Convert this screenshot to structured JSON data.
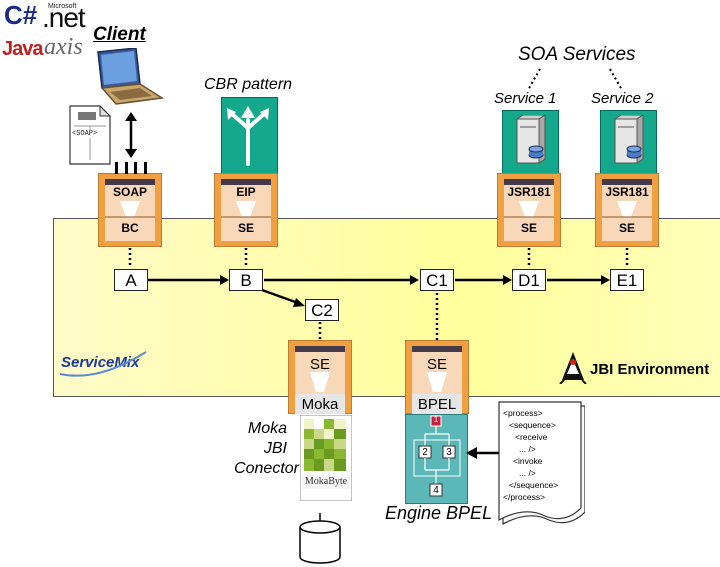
{
  "logos": {
    "csharp": "C#",
    "dotnet_ms": "Microsoft",
    "dotnet": ".net",
    "java": "Java",
    "axis": "axis"
  },
  "labels": {
    "client": "Client",
    "cbr_pattern": "CBR pattern",
    "soa_services": "SOA Services",
    "service1": "Service 1",
    "service2": "Service 2",
    "jbi_environment": "JBI Environment",
    "servicemix": "ServiceMix",
    "moka_connector": [
      "Moka",
      "JBI",
      "Conector"
    ],
    "engine_bpel": "Engine BPEL",
    "soap_doc": "<SOAP>",
    "mokabyte": "MokaByte"
  },
  "components": {
    "bc": {
      "top": "SOAP",
      "bottom": "BC"
    },
    "eip": {
      "top": "EIP",
      "bottom": "SE"
    },
    "jsr1": {
      "top": "JSR181",
      "bottom": "SE"
    },
    "jsr2": {
      "top": "JSR181",
      "bottom": "SE"
    },
    "moka": {
      "top": "SE",
      "bottom": "Moka"
    },
    "bpel": {
      "top": "SE",
      "bottom": "BPEL"
    }
  },
  "nodes": {
    "a": "A",
    "b": "B",
    "c1": "C1",
    "c2": "C2",
    "d1": "D1",
    "e1": "E1"
  },
  "flow_steps": [
    "1",
    "2",
    "3",
    "4"
  ],
  "process_xml": [
    "<process>",
    "<sequence>",
    "<receive",
    "... />",
    "<invoke",
    "... />",
    "</sequence>",
    "</process>"
  ],
  "colors": {
    "jbi_fill": "#ffffb0",
    "component_orange": "#f0a040",
    "component_inner": "#f8d8b8",
    "component_bar": "#453a4a",
    "service_green": "#14a88c",
    "bpel_teal": "#5cb8b8"
  }
}
